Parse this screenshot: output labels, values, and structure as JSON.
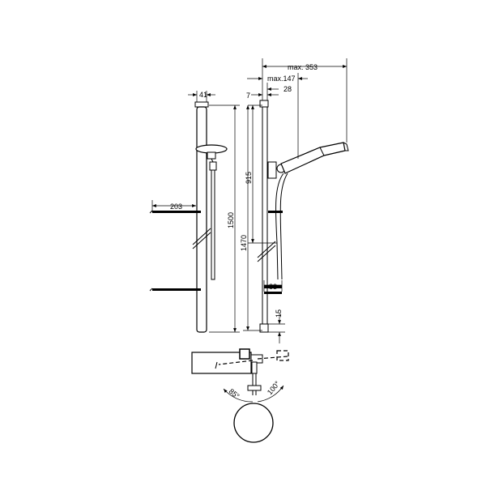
{
  "dimensions": {
    "max353": "max. 353",
    "max147": "max.147",
    "d28": "28",
    "d7": "7",
    "d41": "41",
    "d915": "915",
    "d1500": "1500",
    "d1470": "1470",
    "d203": "203",
    "d83": "83",
    "d15": "15",
    "a85": "85°",
    "a100": "100°"
  }
}
